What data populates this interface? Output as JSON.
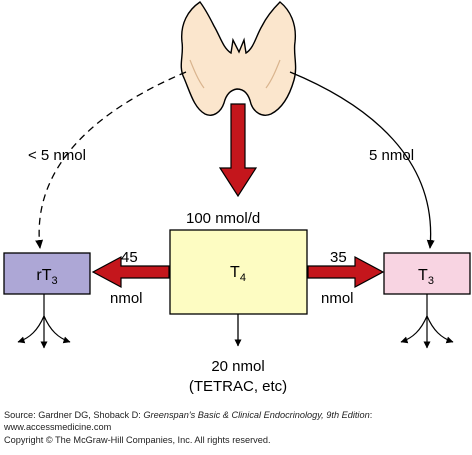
{
  "colors": {
    "thyroid_fill": "#fbe6cd",
    "red_arrow": "#c4161c",
    "rt3_fill": "#ada7d6",
    "t4_fill": "#fdfcc2",
    "t3_fill": "#f8d4e2"
  },
  "labels": {
    "left_path": "< 5 nmol",
    "right_path": "5 nmol",
    "t4_production": "100 nmol/d",
    "left_number": "45",
    "left_unit": "nmol",
    "right_number": "35",
    "right_unit": "nmol",
    "bottom_amount": "20 nmol",
    "bottom_note": "(TETRAC, etc)"
  },
  "boxes": {
    "rt3_base": "rT",
    "rt3_sub": "3",
    "t4_base": "T",
    "t4_sub": "4",
    "t3_base": "T",
    "t3_sub": "3"
  },
  "caption": {
    "source_prefix": "Source: Gardner DG, Shoback D: ",
    "book_title": "Greenspan's Basic & Clinical Endocrinology, 9th Edition",
    "source_suffix": ": www.accessmedicine.com",
    "copyright": "Copyright © The McGraw-Hill Companies, Inc. All rights reserved."
  }
}
